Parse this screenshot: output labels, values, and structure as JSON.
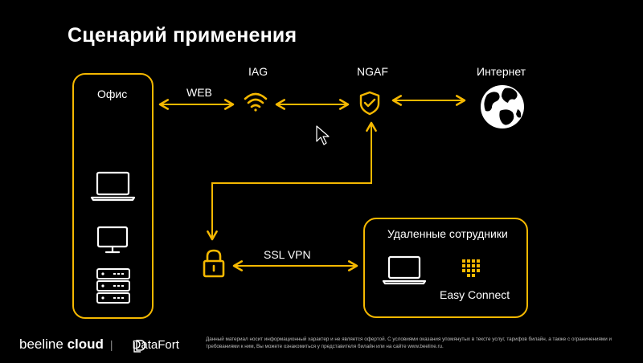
{
  "slide": {
    "title": "Сценарий применения"
  },
  "nodes": {
    "office": "Офис",
    "web": "WEB",
    "iag": "IAG",
    "ngaf": "NGAF",
    "internet": "Интернет",
    "ssl_vpn": "SSL VPN",
    "remote": "Удаленные сотрудники",
    "easy_connect": "Easy Connect"
  },
  "footer": {
    "brand_a": "beeline",
    "brand_b": "cloud",
    "separator": "|",
    "brand_c": "DataFort",
    "disclaimer": "Данный материал носит информационный характер и не является офертой. С условиями оказания упомянутых в тексте услуг, тарифов билайн, а также с ограничениями и требованиями к ним, Вы можете ознакомиться у представителя билайн или на сайте www.beeline.ru."
  },
  "colors": {
    "accent": "#f5b800",
    "background": "#000000",
    "text": "#ffffff"
  },
  "icons": [
    "wifi-icon",
    "shield-check-icon",
    "globe-icon",
    "laptop-icon",
    "monitor-icon",
    "server-icon",
    "lock-icon",
    "keypad-icon",
    "mouse-cursor-icon"
  ]
}
